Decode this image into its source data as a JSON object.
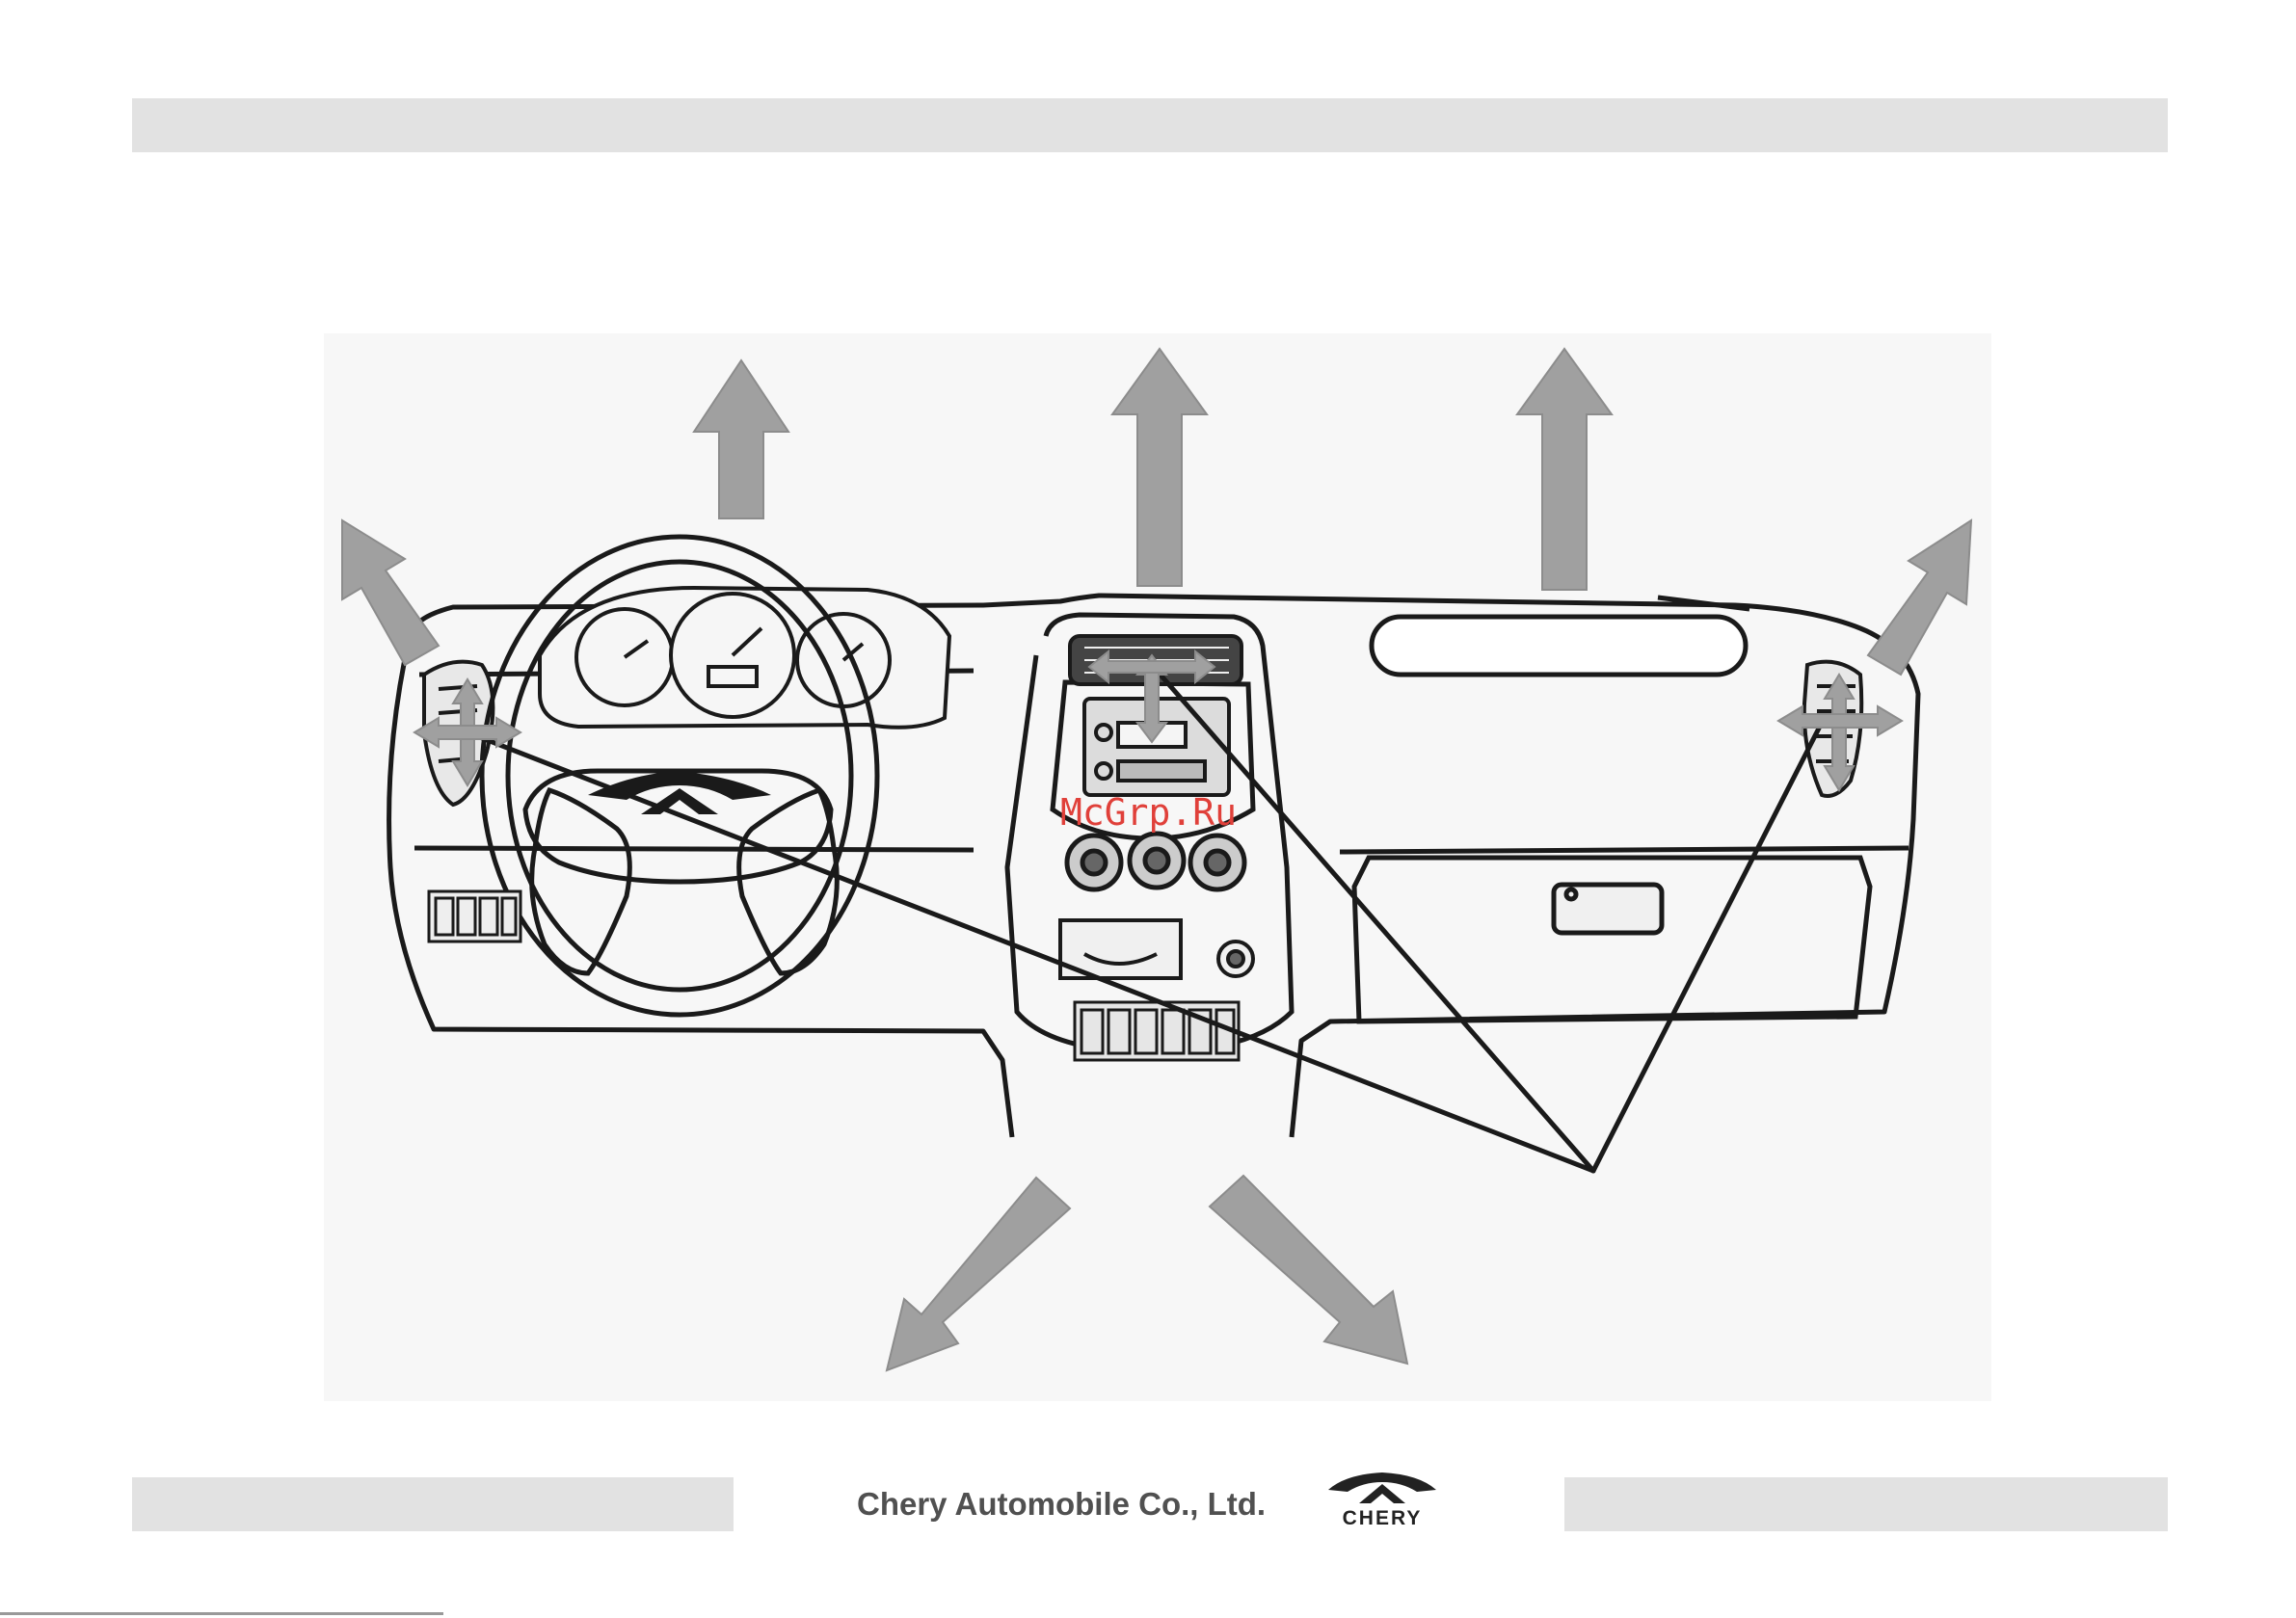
{
  "footer": {
    "company": "Chery Automobile Co., Ltd.",
    "logo_word": "CHERY"
  },
  "watermark": "McGrp.Ru",
  "colors": {
    "header_bar": "#e2e2e2",
    "arrow_fill": "#a0a0a0",
    "line_art": "#1a1a1a",
    "watermark": "#e0403a",
    "footer_text": "#505050"
  },
  "icons": {
    "logo": "chery-logo-icon",
    "airflow": "airflow-arrow-icon",
    "vent": "air-vent-icon"
  }
}
